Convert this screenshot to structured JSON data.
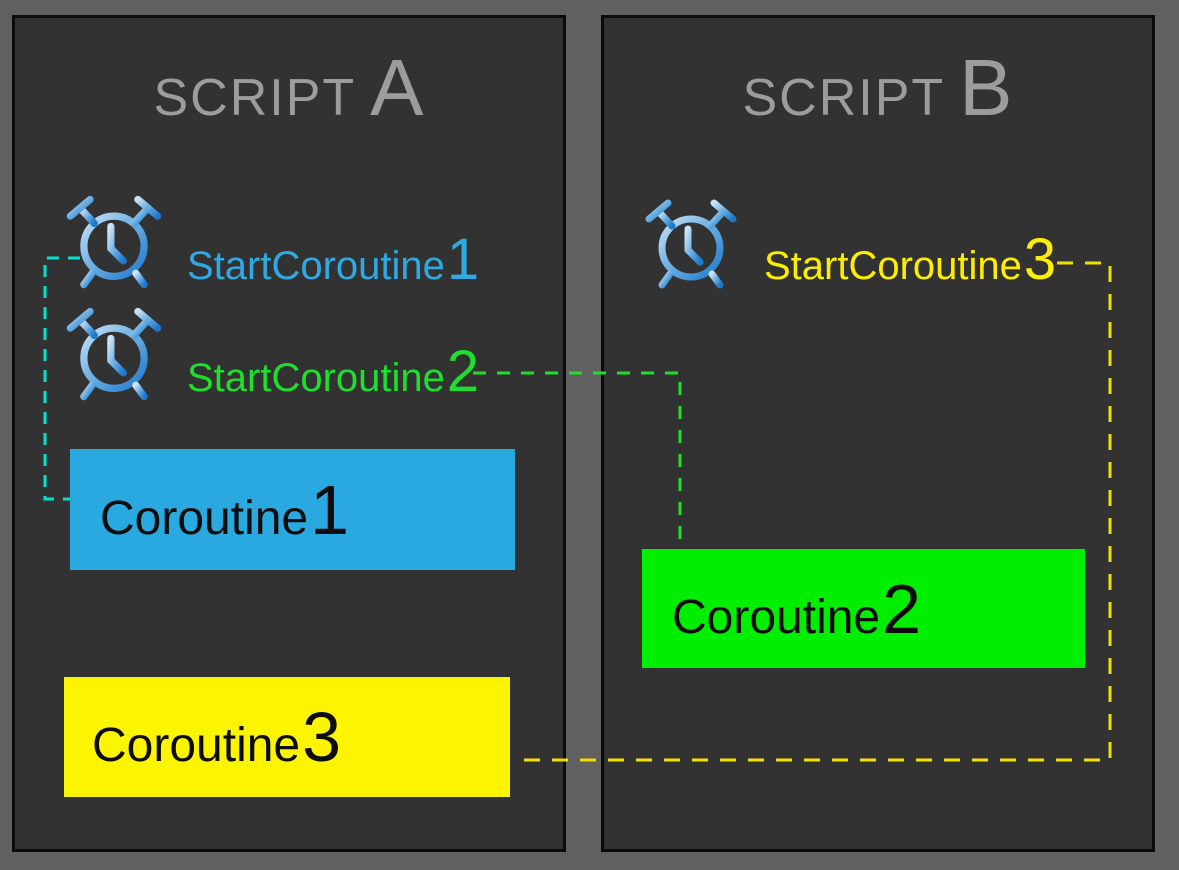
{
  "diagram": {
    "panel_a": {
      "title_word": "SCRIPT",
      "title_letter": "A",
      "call1": {
        "label": "StartCoroutine",
        "number": "1"
      },
      "call2": {
        "label": "StartCoroutine",
        "number": "2"
      },
      "box1": {
        "label": "Coroutine",
        "number": "1"
      },
      "box3": {
        "label": "Coroutine",
        "number": "3"
      }
    },
    "panel_b": {
      "title_word": "SCRIPT",
      "title_letter": "B",
      "call3": {
        "label": "StartCoroutine",
        "number": "3"
      },
      "box2": {
        "label": "Coroutine",
        "number": "2"
      }
    },
    "icons": {
      "alarm_clock": "alarm-clock-icon"
    }
  },
  "colors": {
    "background": "#606060",
    "panel_bg": "#323232",
    "panel_border": "#0b0b0b",
    "title_gray": "#9c9c9c",
    "blue": "#29a9e0",
    "green": "#00ee00",
    "yellow": "#fdf500",
    "text_blue": "#2fa9e1",
    "text_green": "#1ede2e",
    "text_yellow": "#fdee00",
    "line_cyan": "#00e3cc",
    "line_green": "#1ede2e",
    "line_yellow": "#f0e000",
    "box_text": "#0d0d0d",
    "clock_light": "#c9e2f5",
    "clock_mid": "#6fb1e4",
    "clock_dark": "#1c79cb"
  }
}
